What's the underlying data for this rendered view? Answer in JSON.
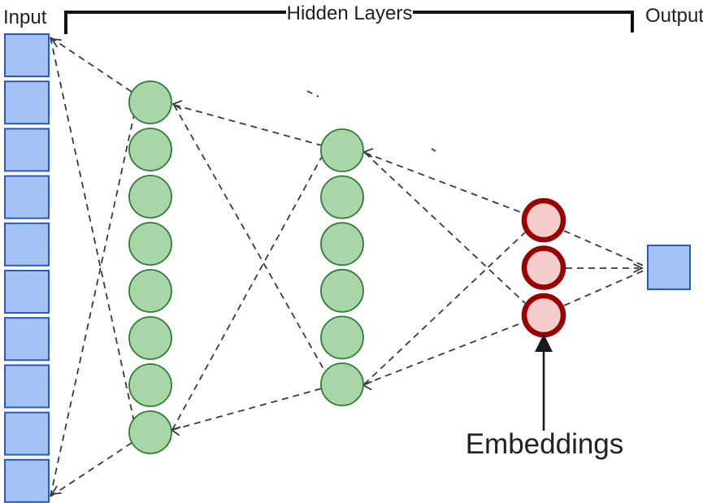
{
  "labels": {
    "input": "Input",
    "hidden_layers": "Hidden Layers",
    "output": "Output",
    "embeddings": "Embeddings"
  },
  "network": {
    "input_nodes": 10,
    "hidden_layer_1_nodes": 8,
    "hidden_layer_2_nodes": 6,
    "embedding_nodes": 3,
    "output_nodes": 1
  },
  "colors": {
    "input_output_fill": "#a4c2f4",
    "input_output_stroke": "#2a56c6",
    "hidden_fill": "#a9d6a9",
    "hidden_stroke": "#2e7d32",
    "embedding_fill": "#f4cccc",
    "embedding_stroke": "#990000",
    "edge": "#3a3a3a",
    "bracket": "#111111",
    "text": "#212121",
    "annotation_arrow": "#1a1a1a"
  }
}
